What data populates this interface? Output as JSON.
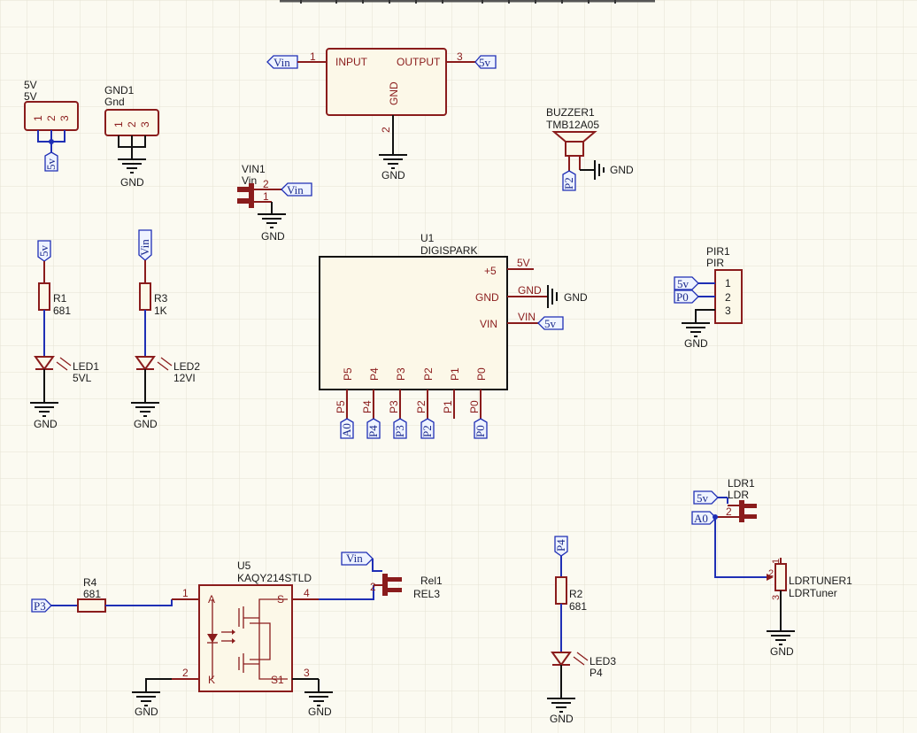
{
  "components": {
    "regulator": {
      "pin_in": "1",
      "pin_out": "3",
      "pin_gnd": "2",
      "label_in": "INPUT",
      "label_out": "OUTPUT",
      "label_gnd": "GND"
    },
    "header_5v": {
      "designator": "5V",
      "value": "5V",
      "pins": [
        "1",
        "2",
        "3"
      ]
    },
    "header_gnd": {
      "designator": "GND1",
      "value": "Gnd",
      "pins": [
        "1",
        "2",
        "3"
      ]
    },
    "buzzer": {
      "designator": "BUZZER1",
      "value": "TMB12A05"
    },
    "vin_conn": {
      "designator": "VIN1",
      "value": "Vin",
      "pin1": "1",
      "pin2": "2"
    },
    "u1": {
      "designator": "U1",
      "value": "DIGISPARK",
      "p5v": "+5",
      "pgnd": "GND",
      "pvin": "VIN",
      "bottom_pins": [
        "P5",
        "P4",
        "P3",
        "P2",
        "P1",
        "P0"
      ]
    },
    "pir": {
      "designator": "PIR1",
      "value": "PIR",
      "pins": [
        "1",
        "2",
        "3"
      ]
    },
    "r1": {
      "designator": "R1",
      "value": "681"
    },
    "r3": {
      "designator": "R3",
      "value": "1K"
    },
    "led1": {
      "designator": "LED1",
      "value": "5VL"
    },
    "led2": {
      "designator": "LED2",
      "value": "12VI"
    },
    "ldr": {
      "designator": "LDR1",
      "value": "LDR",
      "pin": "2"
    },
    "ldrtuner": {
      "designator": "LDRTUNER1",
      "value": "LDRTuner",
      "pin1": "1",
      "pin2": "2",
      "pin3": "3"
    },
    "u5": {
      "designator": "U5",
      "value": "KAQY214STLD",
      "pin1": "1",
      "pin2": "2",
      "pin3": "3",
      "pin4": "4",
      "a": "A",
      "k": "K",
      "s": "S",
      "s1": "S1"
    },
    "r4": {
      "designator": "R4",
      "value": "681"
    },
    "relay": {
      "designator": "Rel1",
      "value": "REL3",
      "pin": "2"
    },
    "r2": {
      "designator": "R2",
      "value": "681"
    },
    "led3": {
      "designator": "LED3",
      "value": "P4"
    }
  },
  "nets": {
    "vin": "Vin",
    "v5": "5v",
    "gnd": "GND",
    "a0": "A0",
    "p0": "P0",
    "p2": "P2",
    "p3": "P3",
    "p4": "P4",
    "u1_5v": "5V",
    "u1_gnd": "GND",
    "u1_vin": "VIN"
  }
}
